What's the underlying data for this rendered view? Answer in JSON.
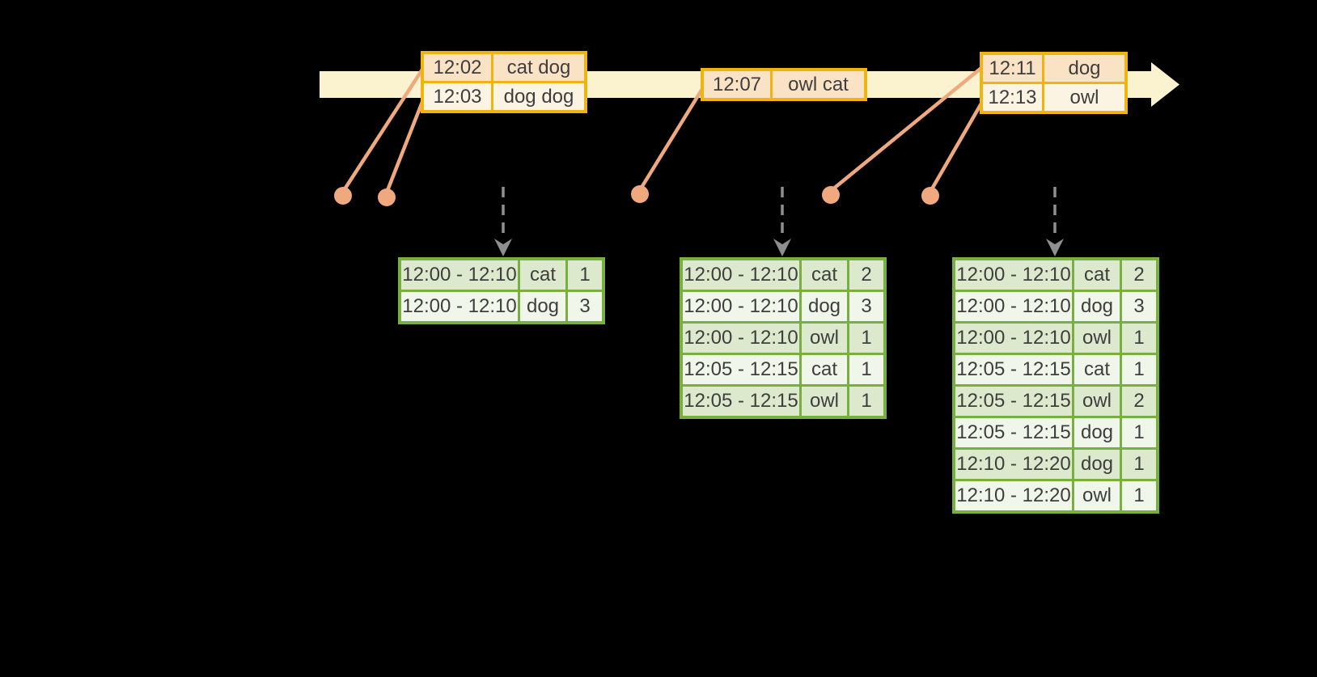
{
  "palette": {
    "bg": "#000000",
    "bar": "#FBF2D0",
    "gold": "#F0B410",
    "peach": "#FAE2C5",
    "cream": "#FCF4E3",
    "salmon": "#F0A87E",
    "gray": "#8F8F8F",
    "green": "#77B041",
    "green-row-a": "#DDE9CC",
    "green-row-b": "#F1F6EB",
    "ink": "#3E3E3E"
  },
  "timeline": {
    "name": "event-time-arrow"
  },
  "event_tables": [
    {
      "name": "event-batch-1",
      "rows": [
        [
          "12:02",
          "cat dog"
        ],
        [
          "12:03",
          "dog dog"
        ]
      ]
    },
    {
      "name": "event-batch-2",
      "rows": [
        [
          "12:07",
          "owl cat"
        ]
      ]
    },
    {
      "name": "event-batch-3",
      "rows": [
        [
          "12:11",
          "dog"
        ],
        [
          "12:13",
          "owl"
        ]
      ]
    }
  ],
  "result_tables": [
    {
      "name": "result-table-1",
      "rows": [
        [
          "12:00 - 12:10",
          "cat",
          "1"
        ],
        [
          "12:00 - 12:10",
          "dog",
          "3"
        ]
      ]
    },
    {
      "name": "result-table-2",
      "rows": [
        [
          "12:00 - 12:10",
          "cat",
          "2"
        ],
        [
          "12:00 - 12:10",
          "dog",
          "3"
        ],
        [
          "12:00 - 12:10",
          "owl",
          "1"
        ],
        [
          "12:05 - 12:15",
          "cat",
          "1"
        ],
        [
          "12:05 - 12:15",
          "owl",
          "1"
        ]
      ]
    },
    {
      "name": "result-table-3",
      "rows": [
        [
          "12:00 - 12:10",
          "cat",
          "2"
        ],
        [
          "12:00 - 12:10",
          "dog",
          "3"
        ],
        [
          "12:00 - 12:10",
          "owl",
          "1"
        ],
        [
          "12:05 - 12:15",
          "cat",
          "1"
        ],
        [
          "12:05 - 12:15",
          "owl",
          "2"
        ],
        [
          "12:05 - 12:15",
          "dog",
          "1"
        ],
        [
          "12:10 - 12:20",
          "dog",
          "1"
        ],
        [
          "12:10 - 12:20",
          "owl",
          "1"
        ]
      ]
    }
  ]
}
